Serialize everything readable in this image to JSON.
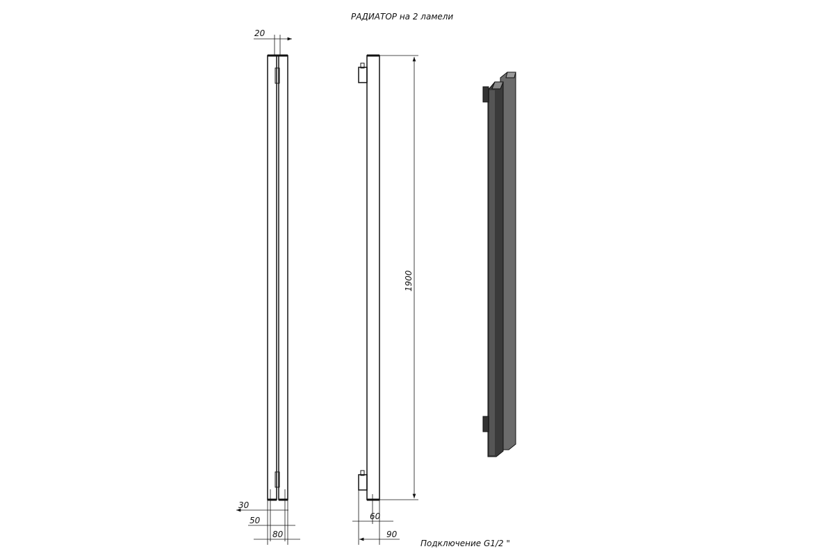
{
  "title": "РАДИАТОР на 2 ламели",
  "caption": "Подключение G1/2 \"",
  "dimensions": {
    "gap_width": "20",
    "height": "1900",
    "bar_spacing": "30",
    "inner_width": "50",
    "total_width": "80",
    "bar_depth": "60",
    "total_depth": "90"
  },
  "colors": {
    "line": "#111111",
    "render_dark": "#3a3a3a",
    "render_mid": "#6b6b6b"
  }
}
